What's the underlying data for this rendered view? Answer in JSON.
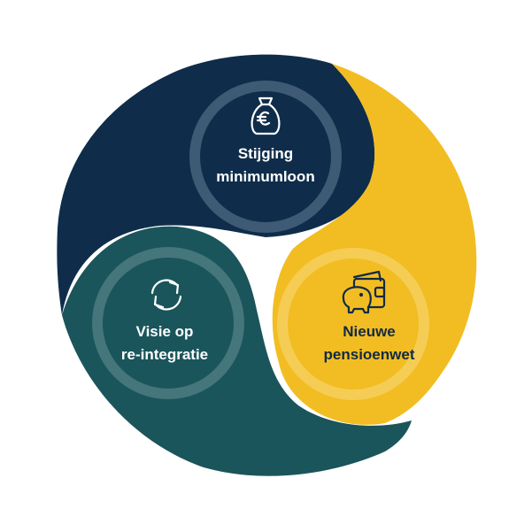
{
  "diagram": {
    "segments": [
      {
        "id": "minimumloon",
        "line1": "Stijging",
        "line2": "minimumloon",
        "icon": "money-bag-euro-icon",
        "color": "#0f2d4a",
        "text_color": "#ffffff"
      },
      {
        "id": "pensioenwet",
        "line1": "Nieuwe",
        "line2": "pensioenwet",
        "icon": "wallet-piggy-bank-icon",
        "color": "#f2bd22",
        "text_color": "#102a45"
      },
      {
        "id": "reintegratie",
        "line1": "Visie op",
        "line2": "re-integratie",
        "icon": "refresh-arrows-icon",
        "color": "#1a555b",
        "text_color": "#ffffff"
      }
    ]
  }
}
